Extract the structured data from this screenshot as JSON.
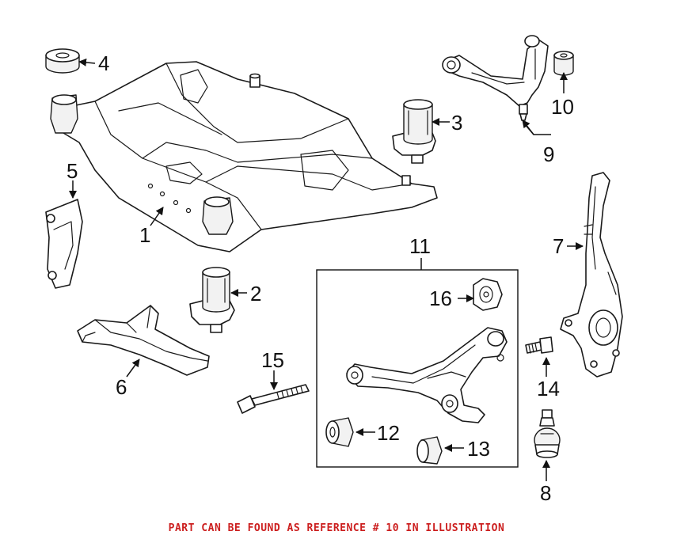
{
  "callouts": {
    "c1": "1",
    "c2": "2",
    "c3": "3",
    "c4": "4",
    "c5": "5",
    "c6": "6",
    "c7": "7",
    "c8": "8",
    "c9": "9",
    "c10": "10",
    "c11": "11",
    "c12": "12",
    "c13": "13",
    "c14": "14",
    "c15": "15",
    "c16": "16"
  },
  "footer": {
    "text": "PART CAN BE FOUND AS REFERENCE # 10 IN ILLUSTRATION",
    "color": "#cc1f1f"
  }
}
